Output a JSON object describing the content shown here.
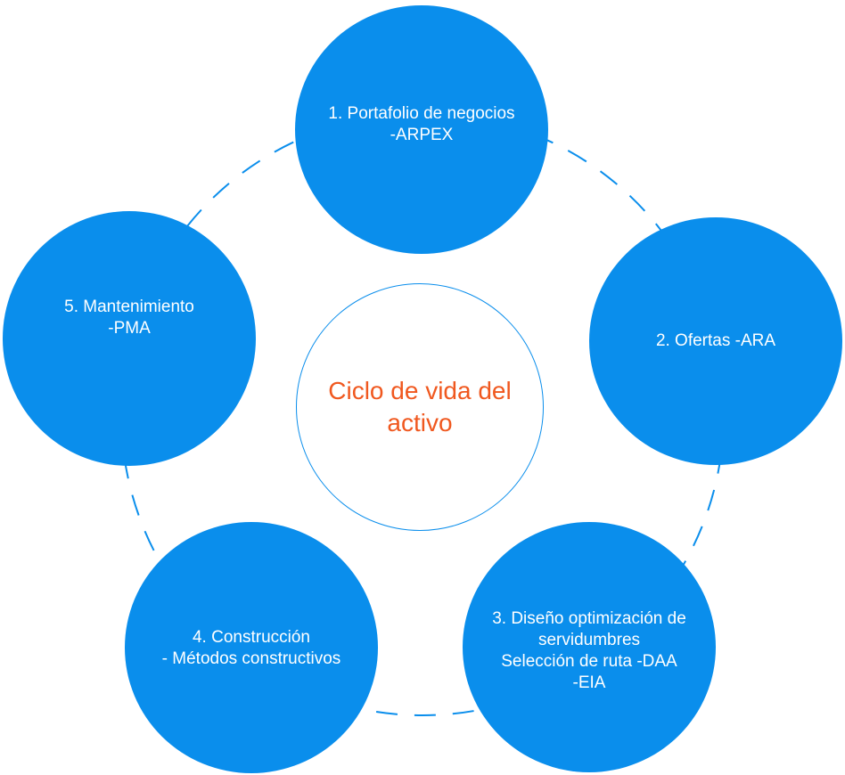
{
  "center": {
    "lines": [
      "Ciclo de vida del",
      "activo"
    ]
  },
  "stages": [
    {
      "lines": [
        "1. Portafolio de negocios",
        "-ARPEX"
      ]
    },
    {
      "lines": [
        "2. Ofertas -ARA"
      ]
    },
    {
      "lines": [
        "3. Diseño optimización de",
        "servidumbres",
        "Selección de ruta -DAA",
        "-EIA"
      ]
    },
    {
      "lines": [
        "4. Construcción",
        "- Métodos constructivos"
      ]
    },
    {
      "lines": [
        "5. Mantenimiento",
        "-PMA"
      ]
    }
  ],
  "colors": {
    "node_fill": "#0a8eec",
    "ring_stroke": "#0a8eec",
    "center_text": "#f0581f",
    "node_text": "#ffffff"
  }
}
